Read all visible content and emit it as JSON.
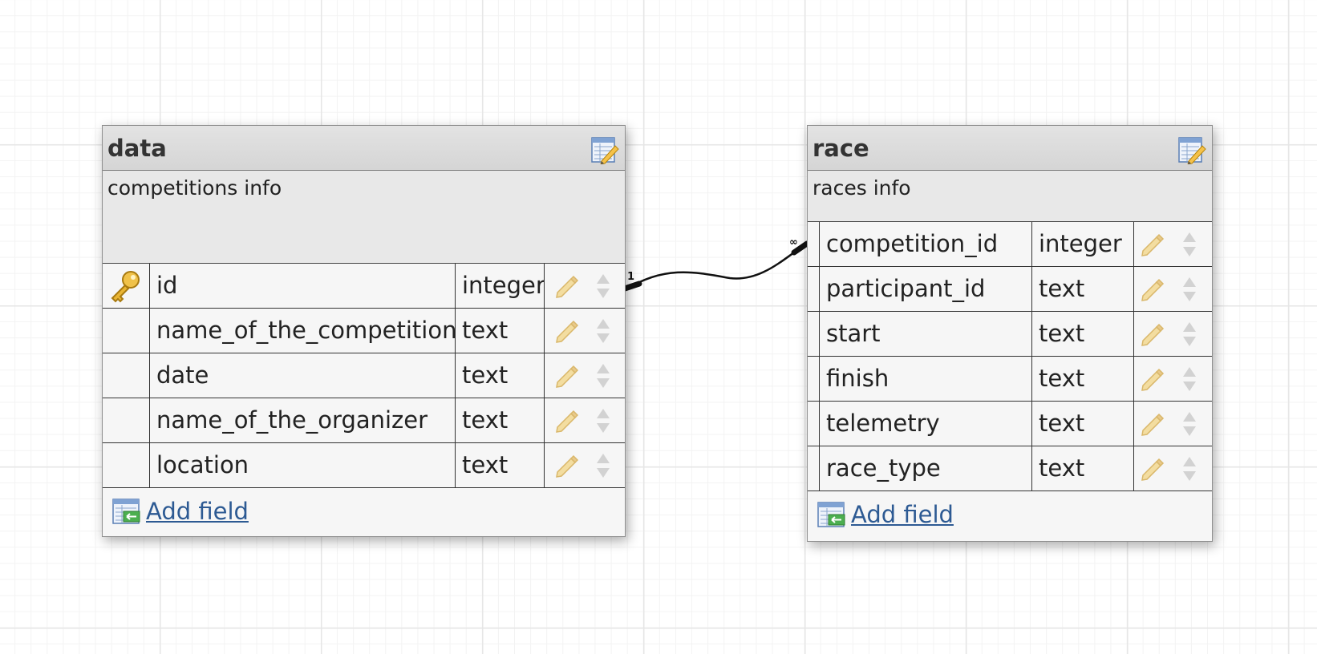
{
  "tables": [
    {
      "name": "data",
      "description": "competitions info",
      "fields": [
        {
          "name": "id",
          "type": "integer",
          "primary_key": true
        },
        {
          "name": "name_of_the_competition",
          "type": "text",
          "primary_key": false
        },
        {
          "name": "date",
          "type": "text",
          "primary_key": false
        },
        {
          "name": "name_of_the_organizer",
          "type": "text",
          "primary_key": false
        },
        {
          "name": "location",
          "type": "text",
          "primary_key": false
        }
      ],
      "add_field_label": "Add field"
    },
    {
      "name": "race",
      "description": "races info",
      "fields": [
        {
          "name": "competition_id",
          "type": "integer",
          "primary_key": false
        },
        {
          "name": "participant_id",
          "type": "text",
          "primary_key": false
        },
        {
          "name": "start",
          "type": "text",
          "primary_key": false
        },
        {
          "name": "finish",
          "type": "text",
          "primary_key": false
        },
        {
          "name": "telemetry",
          "type": "text",
          "primary_key": false
        },
        {
          "name": "race_type",
          "type": "text",
          "primary_key": false
        }
      ],
      "add_field_label": "Add field"
    }
  ],
  "relations": [
    {
      "from": "data.id",
      "to": "race.competition_id",
      "from_cardinality": "1",
      "to_cardinality": "∞"
    }
  ],
  "icons": {
    "edit_table": "edit-table-icon",
    "primary_key": "key-icon",
    "edit_field": "pencil-icon",
    "move_field": "up-down-arrows-icon",
    "add_field": "add-field-icon"
  },
  "colors": {
    "link": "#2d5a93",
    "header": "#d8d8d8",
    "key": "#e0a92a"
  }
}
